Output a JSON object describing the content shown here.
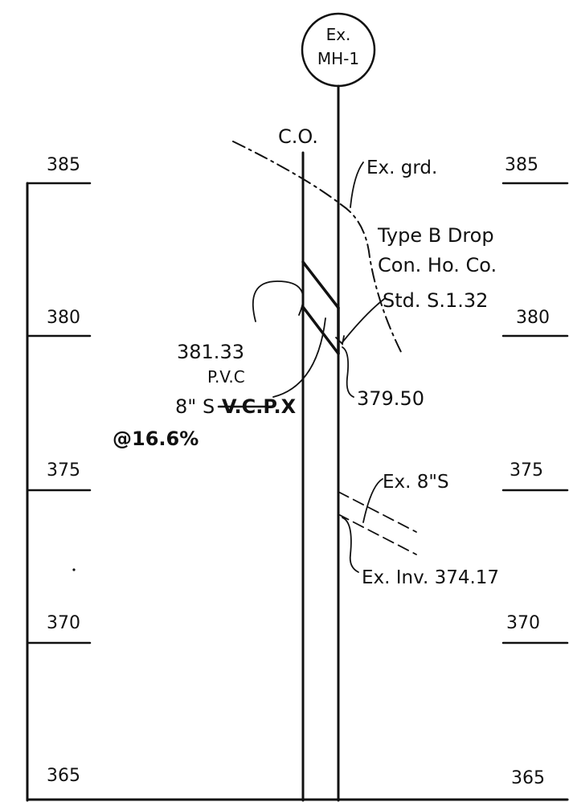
{
  "manhole": {
    "line1": "Ex.",
    "line2": "MH-1"
  },
  "cleanout": "C.O.",
  "existing_grade": "Ex. grd.",
  "drop_type": {
    "line1": "Type B Drop",
    "line2": "Con. Ho. Co.",
    "line3": "Std. S.1.32"
  },
  "upper_invert": "381.33",
  "pipe_material": "P.V.C",
  "pipe_size": "8\" S",
  "pipe_struck": "V.C.P.X",
  "pipe_slope": "@16.6%",
  "lower_invert": "379.50",
  "existing_sewer": "Ex. 8\"S",
  "existing_invert": "Ex. Inv. 374.17",
  "elevations": {
    "left": [
      "385",
      "380",
      "375",
      "370",
      "365"
    ],
    "right": [
      "385",
      "380",
      "375",
      "370",
      "365"
    ]
  }
}
